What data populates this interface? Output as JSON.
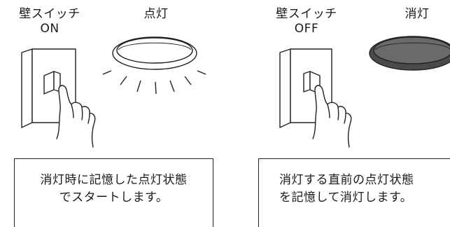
{
  "left": {
    "switch_label_line1": "壁スイッチ",
    "switch_label_line2": "ON",
    "light_label": "点灯",
    "note_line1": "消灯時に記憶した点灯状態",
    "note_line2": "でスタートします。"
  },
  "right": {
    "switch_label_line1": "壁スイッチ",
    "switch_label_line2": "OFF",
    "light_label": "消灯",
    "note_line1": "消灯する直前の点灯状態",
    "note_line2": "を記憶して消灯します。"
  },
  "colors": {
    "line": "#222222",
    "light_off_fill": "#5a5a5a"
  },
  "icons": [
    "wall-switch-on-icon",
    "ceiling-light-on-icon",
    "wall-switch-off-icon",
    "ceiling-light-off-icon",
    "hand-icon"
  ]
}
